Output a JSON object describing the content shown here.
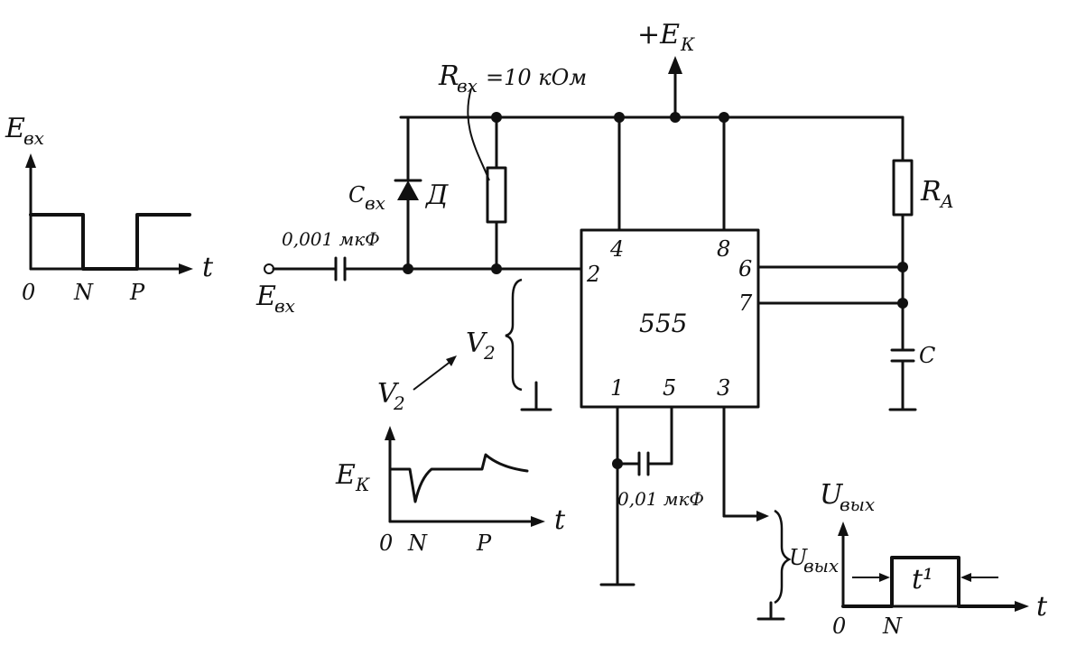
{
  "labels": {
    "supply": "+E",
    "supply_sub": "К",
    "rin_label": "R",
    "rin_sub": "вх",
    "rin_value": "=10 кОм",
    "cin_label": "C",
    "cin_sub": "вх",
    "diode": "Д",
    "cin_value": "0,001 мкФ",
    "input": "E",
    "input_sub": "вх",
    "ra_label": "R",
    "ra_sub": "A",
    "c_label": "C",
    "v2_label": "V",
    "v2_sub": "2",
    "v2_arrow_label": "V",
    "v2_arrow_sub": "2",
    "c_ctrl_value": "0,01 мкФ",
    "uout_bracket": "U",
    "uout_bracket_sub": "вых",
    "chip_name": "555"
  },
  "pins": {
    "p4": "4",
    "p8": "8",
    "p2": "2",
    "p6": "6",
    "p7": "7",
    "p1": "1",
    "p5": "5",
    "p3": "3"
  },
  "graph_input": {
    "ylabel": "E",
    "ylabel_sub": "вх",
    "xlabel": "t",
    "ticks": [
      "0",
      "N",
      "P"
    ]
  },
  "graph_v2": {
    "ylabel": "E",
    "ylabel_sub": "К",
    "xlabel": "t",
    "ticks": [
      "0",
      "N",
      "P"
    ]
  },
  "graph_output": {
    "ylabel": "U",
    "ylabel_sub": "вых",
    "xlabel": "t",
    "pulse_label": "t¹",
    "ticks": [
      "0",
      "N"
    ]
  }
}
